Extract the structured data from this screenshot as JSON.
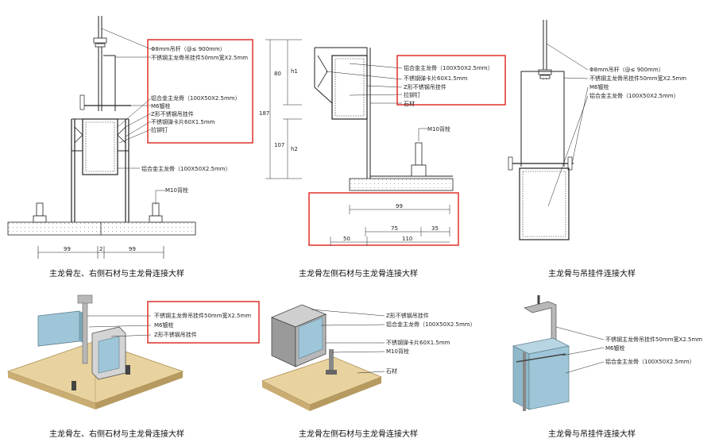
{
  "panels": {
    "p1": {
      "caption": "主龙骨左、右侧石材与主龙骨连接大样",
      "labels": [
        "Φ8mm吊杆（@≤ 900mm）",
        "不锈钢主龙骨吊挂件50mm宽X2.5mm",
        "铝合金主龙骨（100X50X2.5mm）",
        "M6镀栓",
        "Z形不锈钢吊挂件",
        "不锈钢弹卡片60X1.5mm",
        "拉铆钉",
        "铝合金主龙骨（100X50X2.5mm）",
        "M10背栓"
      ],
      "dims": [
        "99",
        "2",
        "99"
      ]
    },
    "p2": {
      "caption": "主龙骨左侧石材与主龙骨连接大样",
      "labels": [
        "铝合金主龙骨（100X50X2.5mm）",
        "不锈钢弹卡片60X1.5mm",
        "Z形不锈钢吊挂件",
        "拉铆钉",
        "石材",
        "M10背栓"
      ],
      "dims": [
        "80",
        "h1",
        "187",
        "107",
        "h2",
        "99",
        "75",
        "35",
        "50",
        "110"
      ]
    },
    "p3": {
      "caption": "主龙骨与吊挂件连接大样",
      "labels": [
        "Φ8mm吊杆（@≤ 900mm）",
        "不锈钢主龙骨吊挂件50mm宽X2.5mm",
        "M6镀栓",
        "铝合金主龙骨（100X50X2.5mm）"
      ]
    },
    "p4": {
      "caption": "主龙骨左、右侧石材与主龙骨连接大样",
      "labels": [
        "不锈钢主龙骨吊挂件50mm宽X2.5mm",
        "M6镀栓",
        "Z形不锈钢吊挂件"
      ]
    },
    "p5": {
      "caption": "主龙骨左侧石材与主龙骨连接大样",
      "labels": [
        "Z形不锈钢吊挂件",
        "铝合金主龙骨（100X50X2.5mm）",
        "不锈钢弹卡片60X1.5mm",
        "M10背栓",
        "石材"
      ]
    },
    "p6": {
      "caption": "主龙骨与吊挂件连接大样",
      "labels": [
        "不锈钢主龙骨吊挂件50mm宽X2.5mm",
        "M6镀栓",
        "铝合金主龙骨（100X50X2.5mm）"
      ]
    }
  },
  "colors": {
    "highlight": "#e0302a",
    "line": "#222222",
    "stone": "#dcdcdc",
    "wood": "#e8d3a0",
    "blueStone": "#9fc6d8",
    "steel": "#b8b8b8"
  }
}
